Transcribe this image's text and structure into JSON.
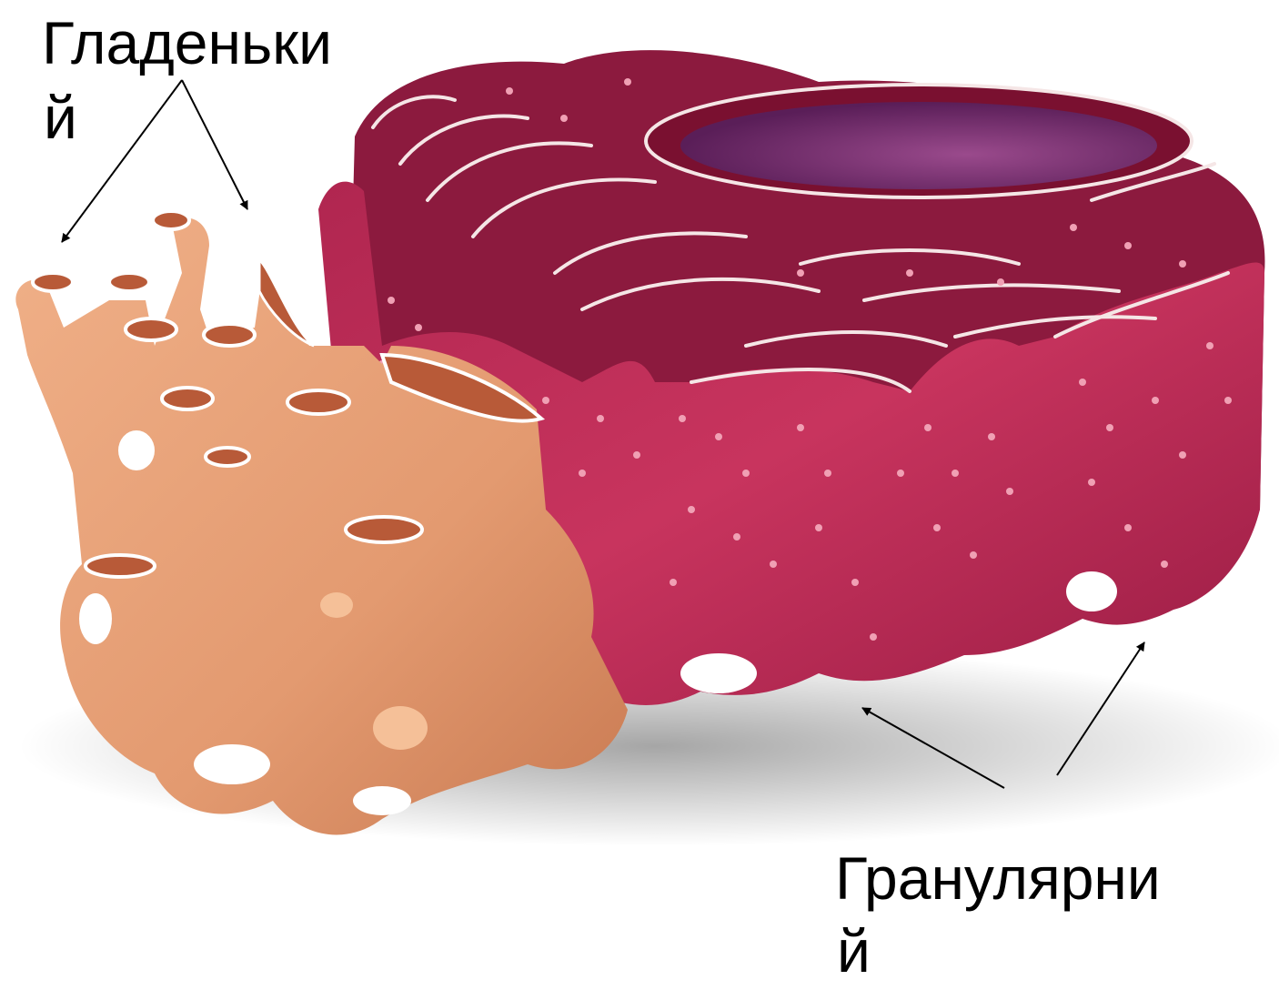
{
  "labels": {
    "smooth_line1": "Гладеньки",
    "smooth_line2": "й",
    "rough_line1": "Гранулярни",
    "rough_line2": "й"
  },
  "colors": {
    "smooth_er": "#e9a47a",
    "rough_er": "#c0305a",
    "rough_er_dark": "#7a1030",
    "nucleus": "#6c2a66",
    "ribosome": "#f0a0b4",
    "membrane_edge": "#f5e6e6",
    "arrow": "#000000"
  }
}
